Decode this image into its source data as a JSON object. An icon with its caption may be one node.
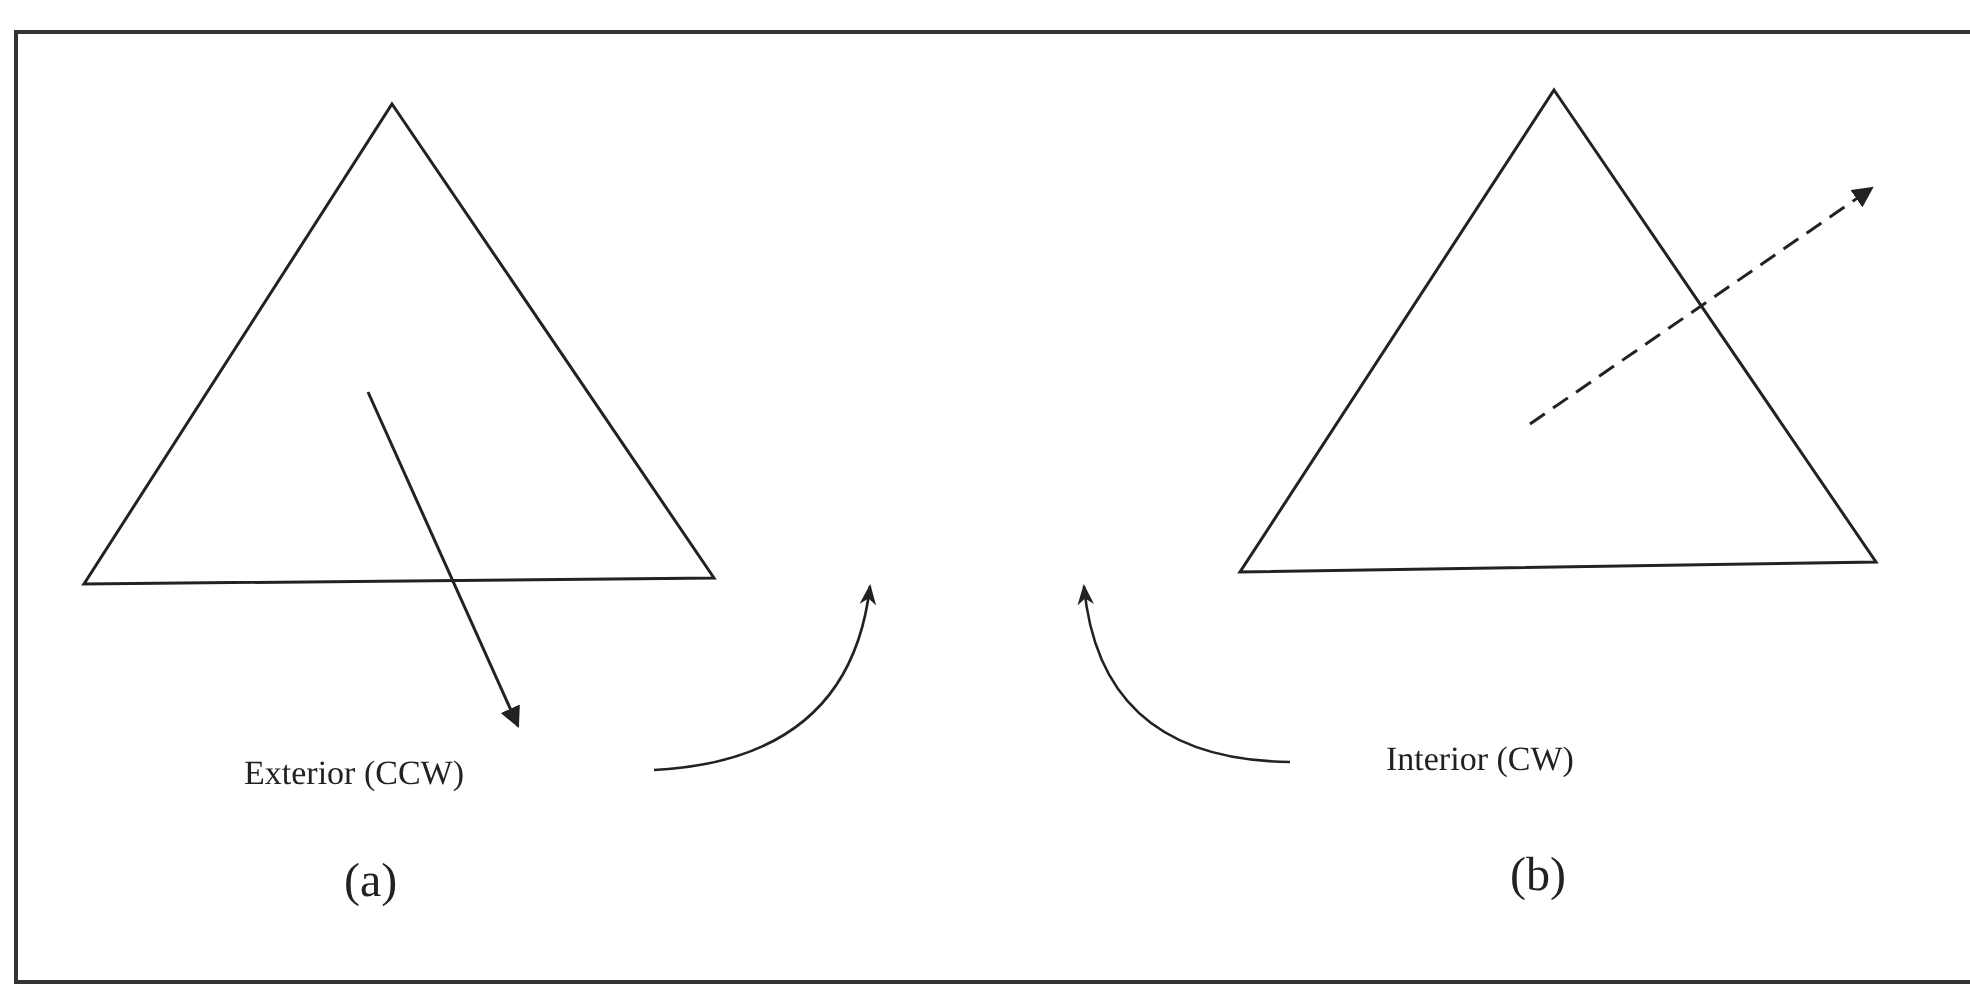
{
  "diagram": {
    "nodes": [
      {
        "text": [],
        "shape": "triangle"
      },
      {
        "text": [],
        "shape": "triangle"
      }
    ],
    "labels": [
      "Exterior (CCW)",
      "Interior (CW)",
      "(a)",
      "(b)"
    ]
  }
}
